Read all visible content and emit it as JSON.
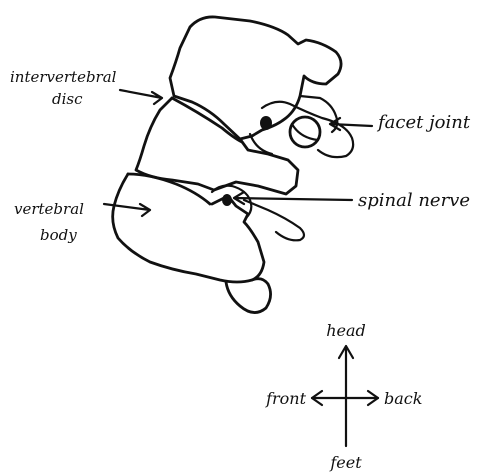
{
  "labels": {
    "intervertebral_disc_line1": "intervertebral",
    "intervertebral_disc_line2": "disc",
    "facet_joint": "facet joint",
    "spinal_nerve": "spinal nerve",
    "vertebral_body_line1": "vertebral",
    "vertebral_body_line2": "body"
  },
  "compass": {
    "up": "head",
    "down": "feet",
    "left": "front",
    "right": "back"
  },
  "colors": {
    "ink": "#111111",
    "background": "#ffffff"
  }
}
